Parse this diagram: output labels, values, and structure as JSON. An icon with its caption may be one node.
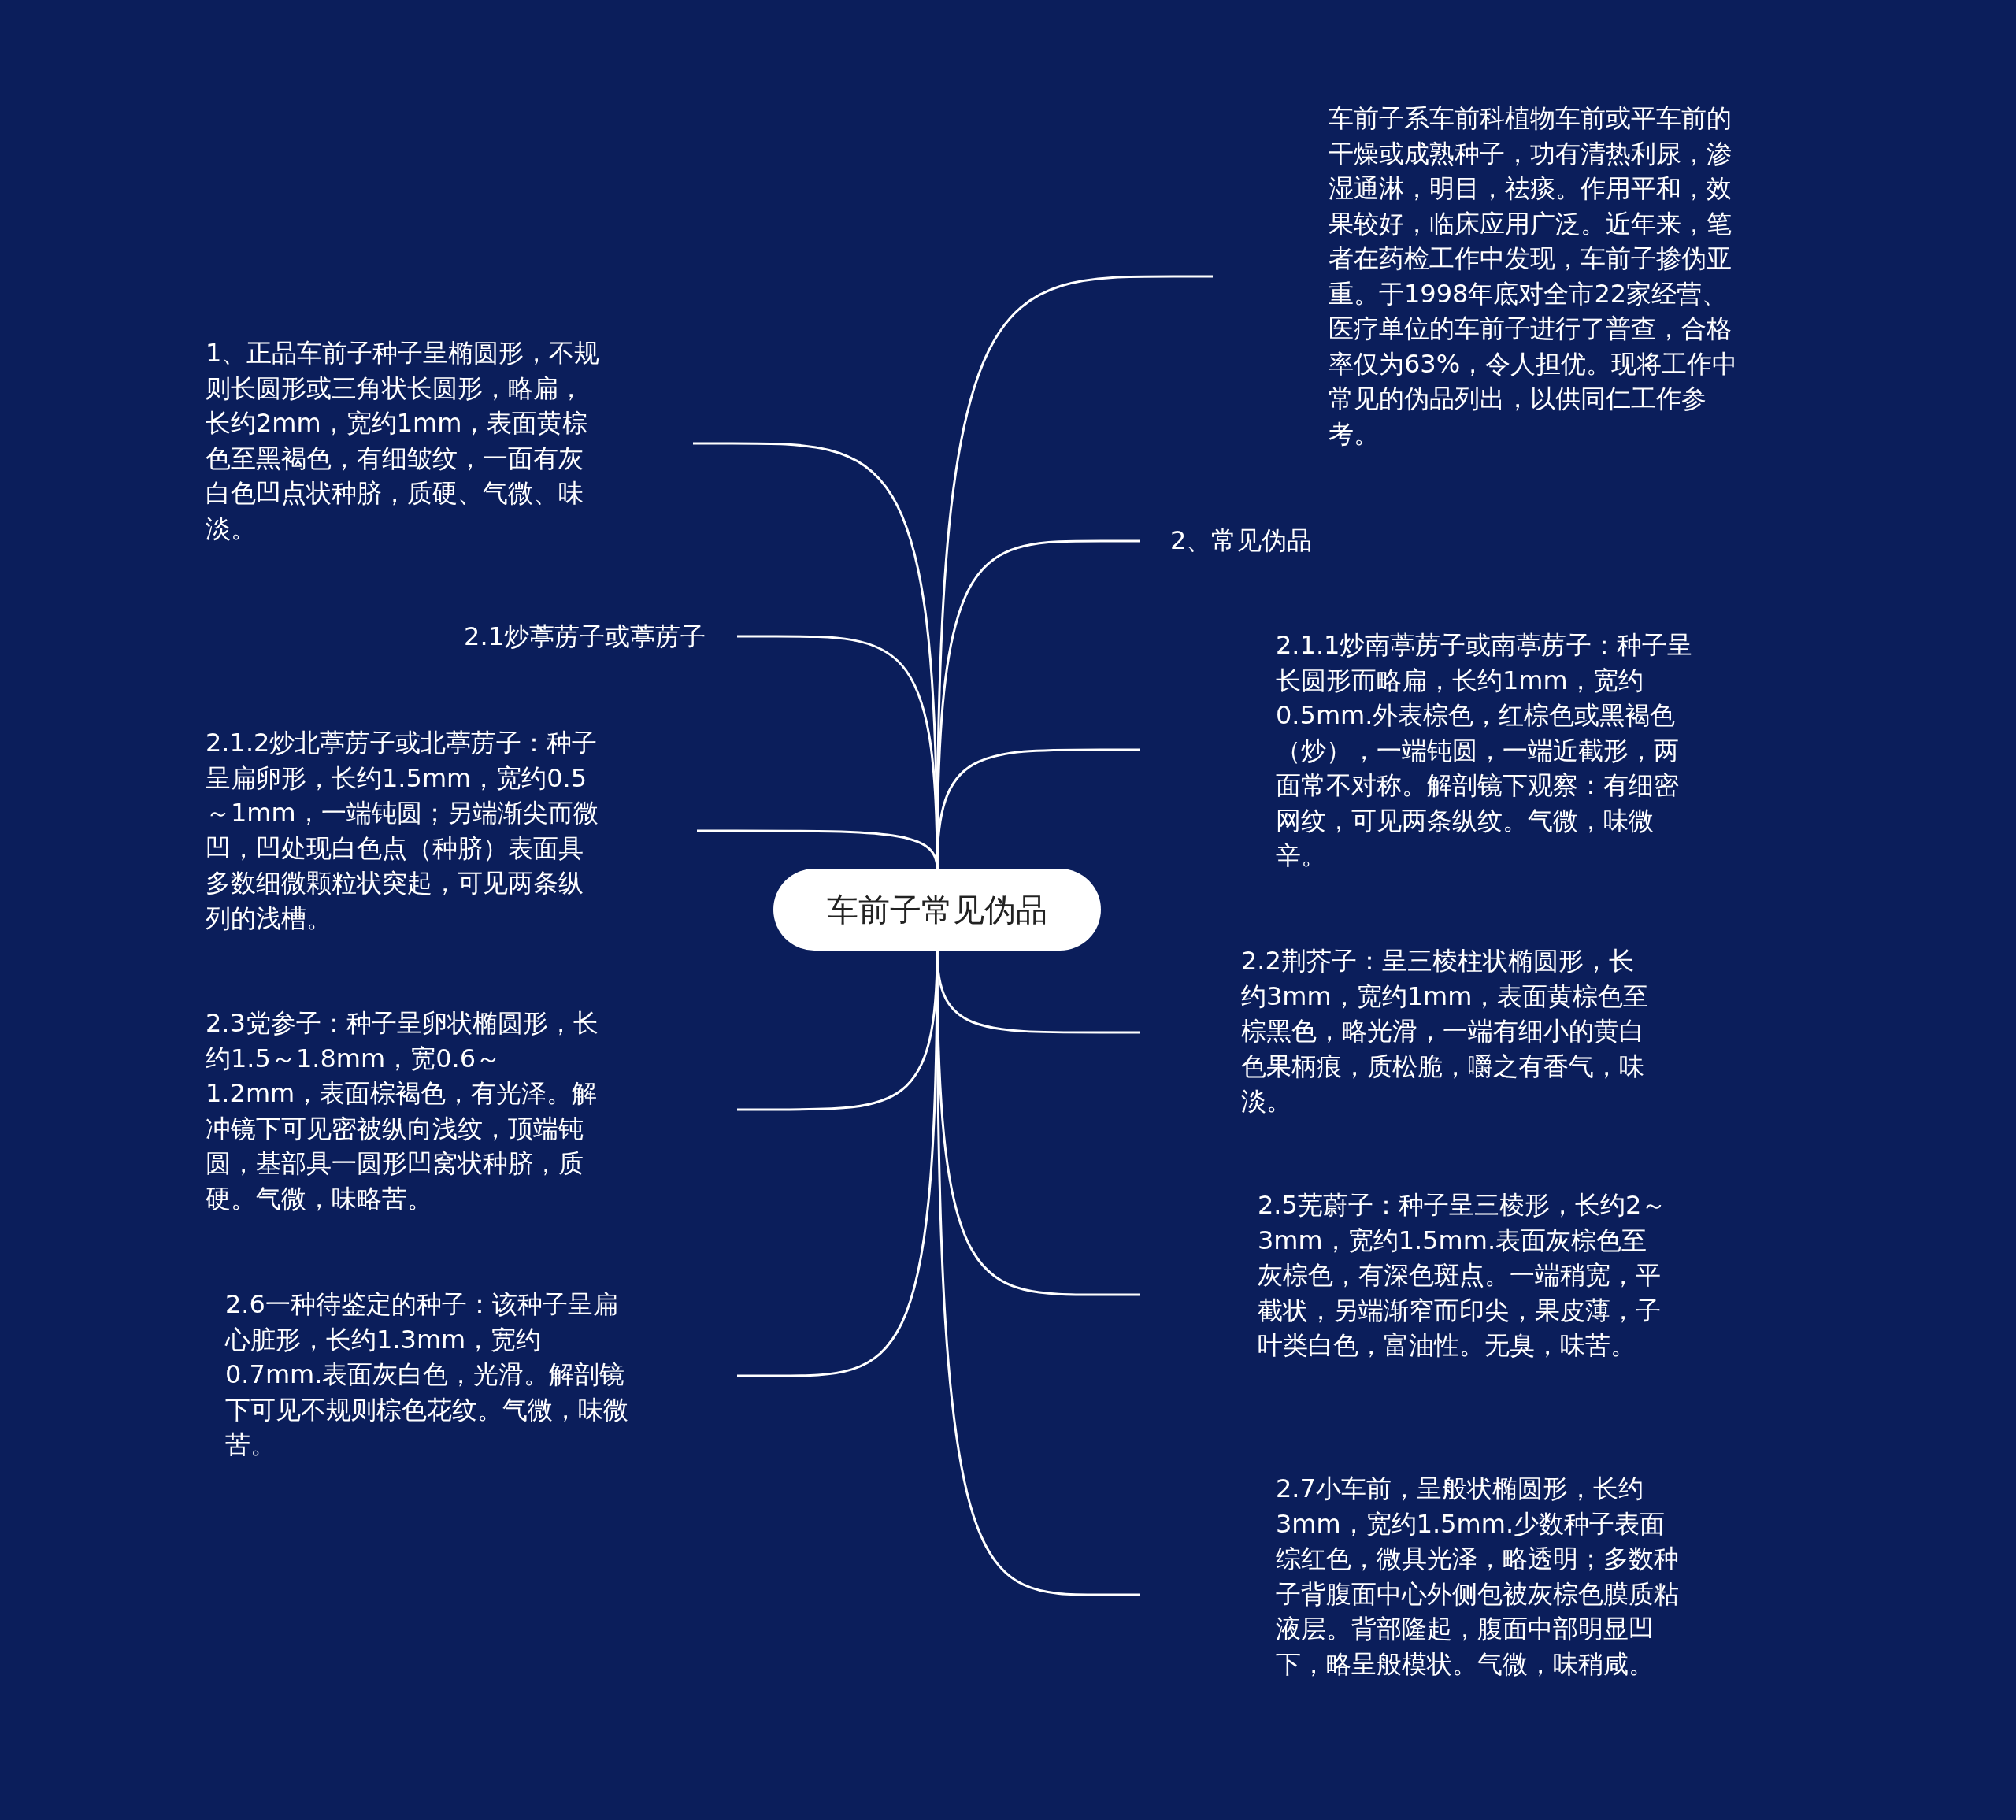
{
  "diagram": {
    "nodes": [
      {
        "text": [
          "车前子常见伪品"
        ]
      },
      {
        "text": [
          "车前子系车前科植物车前或平车前的干燥或成熟种子，功有清热利尿，渗湿通淋，明目，祛痰。作用平和，效果较好，临床应用广泛。近年来，笔者在药检工作中发现，车前子掺伪亚重。于1998年底对全市22家经营、医疗单位的车前子进行了普查，合格率仅为63%，令人担优。现将工作中常见的伪品列出，以供同仁工作参考。"
        ]
      },
      {
        "text": [
          "2、常见伪品"
        ]
      },
      {
        "text": [
          "2.1.1炒南葶苈子或南葶苈子：种子呈长圆形而略扁，长约1mm，宽约0.5mm.外表棕色，红棕色或黑褐色（炒），一端钝圆，一端近截形，两面常不对称。解剖镜下观察：有细密网纹，可见两条纵纹。气微，味微辛。"
        ]
      },
      {
        "text": [
          "2.2荆芥子：呈三棱柱状椭圆形，长约3mm，宽约1mm，表面黄棕色至棕黑色，略光滑，一端有细小的黄白色果柄痕，质松脆，嚼之有香气，味淡。"
        ]
      },
      {
        "text": [
          "2.5芜蔚子：种子呈三棱形，长约2～3mm，宽约1.5mm.表面灰棕色至灰棕色，有深色斑点。一端稍宽，平截状，另端渐窄而印尖，果皮薄，子叶类白色，富油性。无臭，味苦。"
        ]
      },
      {
        "text": [
          "2.7小车前，呈般状椭圆形，长约3mm，宽约1.5mm.少数种子表面综红色，微具光泽，略透明；多数种子背腹面中心外侧包被灰棕色膜质粘液层。背部隆起，腹面中部明显凹下，略呈般模状。气微，味稍咸。"
        ]
      },
      {
        "text": [
          "1、正品车前子种子呈椭圆形，不规则长圆形或三角状长圆形，略扁，长约2mm，宽约1mm，表面黄棕色至黑褐色，有细皱纹，一面有灰白色凹点状种脐，质硬、气微、味淡。"
        ]
      },
      {
        "text": [
          "2.1炒葶苈子或葶苈子"
        ]
      },
      {
        "text": [
          "2.1.2炒北葶苈子或北葶苈子：种子呈扁卵形，长约1.5mm，宽约0.5～1mm，一端钝圆；另端渐尖而微凹，凹处现白色点（种脐）表面具多数细微颗粒状突起，可见两条纵列的浅槽。"
        ]
      },
      {
        "text": [
          "2.3党参子：种子呈卵状椭圆形，长约1.5～1.8mm，宽0.6～1.2mm，表面棕褐色，有光泽。解冲镜下可见密被纵向浅纹，顶端钝圆，基部具一圆形凹窝状种脐，质硬。气微，味略苦。"
        ]
      },
      {
        "text": [
          "2.6一种待鉴定的种子：该种子呈扁心脏形，长约1.3mm，宽约0.7mm.表面灰白色，光滑。解剖镜下可见不规则棕色花纹。气微，味微苦。"
        ]
      }
    ],
    "edges": [
      {
        "from": 0,
        "to": 1,
        "arrow": "none"
      },
      {
        "from": 0,
        "to": 2,
        "arrow": "none"
      },
      {
        "from": 0,
        "to": 3,
        "arrow": "none"
      },
      {
        "from": 0,
        "to": 4,
        "arrow": "none"
      },
      {
        "from": 0,
        "to": 5,
        "arrow": "none"
      },
      {
        "from": 0,
        "to": 6,
        "arrow": "none"
      },
      {
        "from": 0,
        "to": 7,
        "arrow": "none"
      },
      {
        "from": 0,
        "to": 8,
        "arrow": "none"
      },
      {
        "from": 0,
        "to": 9,
        "arrow": "none"
      },
      {
        "from": 0,
        "to": 10,
        "arrow": "none"
      },
      {
        "from": 0,
        "to": 11,
        "arrow": "none"
      }
    ]
  }
}
